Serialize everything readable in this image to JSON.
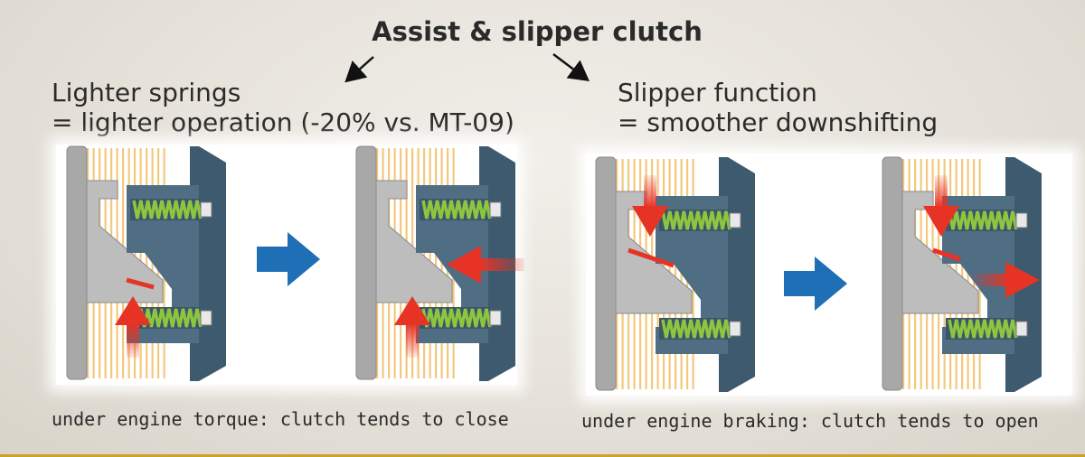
{
  "title": "Assist & slipper clutch",
  "left": {
    "line1": "Lighter springs",
    "line2": "= lighter operation (-20% vs. MT-09)",
    "caption": "under engine torque: clutch tends to close"
  },
  "right": {
    "line1": "Slipper function",
    "line2": "= smoother downshifting",
    "caption": "under engine braking: clutch tends to open"
  },
  "colors": {
    "body": "#4f6d83",
    "body_dark": "#3e5a6f",
    "plate": "#a8a8a8",
    "spring": "#8cc63f",
    "force_arrow": "#e63325",
    "flow_arrow": "#1f6fb6",
    "friction_disc": "#f0b550"
  }
}
